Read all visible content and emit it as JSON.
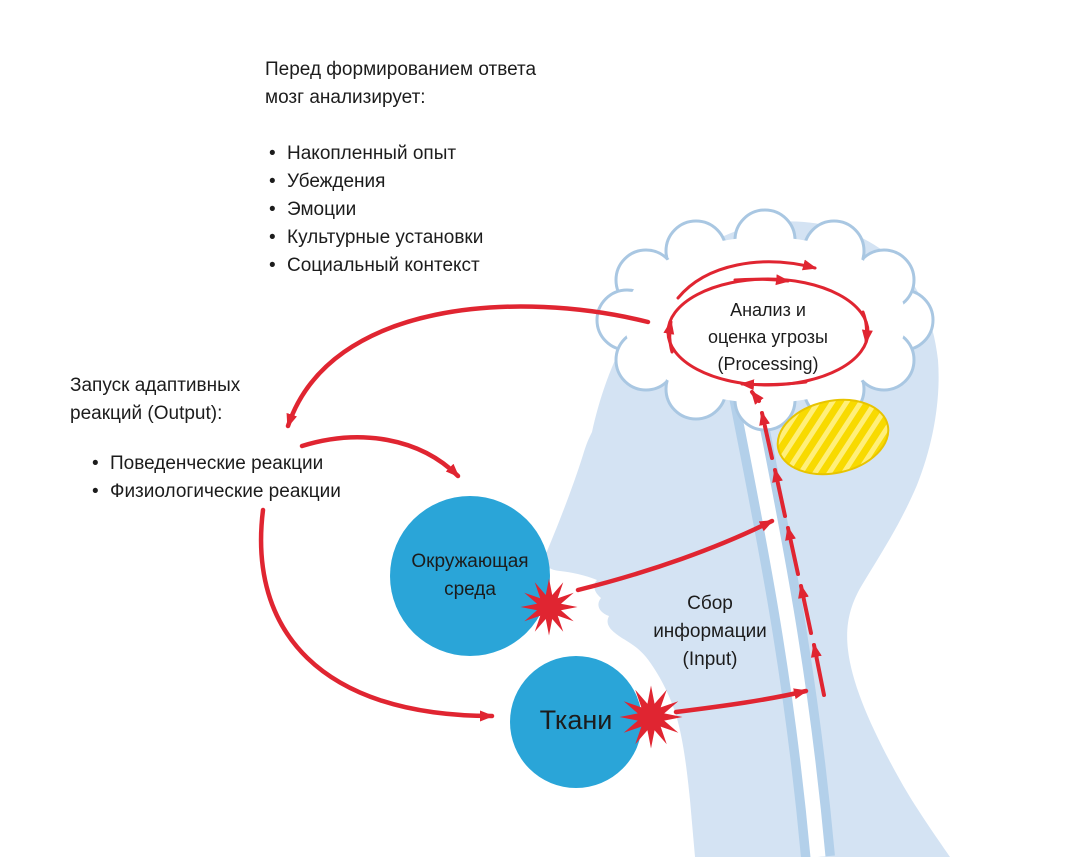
{
  "colors": {
    "red": "#e02531",
    "circle_blue": "#2aa5d8",
    "head_fill": "#d4e3f3",
    "brain_outline": "#a9c7e2",
    "spine_band": "#b3d0ea",
    "yellow": "#f8da00",
    "text": "#1c1c1c"
  },
  "analysis_block": {
    "line1": "Перед формированием ответа",
    "line2": "мозг анализирует:",
    "items": [
      "Накопленный опыт",
      "Убеждения",
      "Эмоции",
      "Культурные установки",
      "Социальный контекст"
    ]
  },
  "output_block": {
    "line1": "Запуск адаптивных",
    "line2": "реакций (Output):",
    "items": [
      "Поведенческие реакции",
      "Физиологические реакции"
    ]
  },
  "processing_label": {
    "line1": "Анализ и",
    "line2": "оценка угрозы",
    "line3": "(Processing)"
  },
  "input_label": {
    "line1": "Сбор",
    "line2": "информации",
    "line3": "(Input)"
  },
  "environment_circle": {
    "line1": "Окружающая",
    "line2": "среда"
  },
  "tissues_circle": {
    "label": "Ткани"
  }
}
